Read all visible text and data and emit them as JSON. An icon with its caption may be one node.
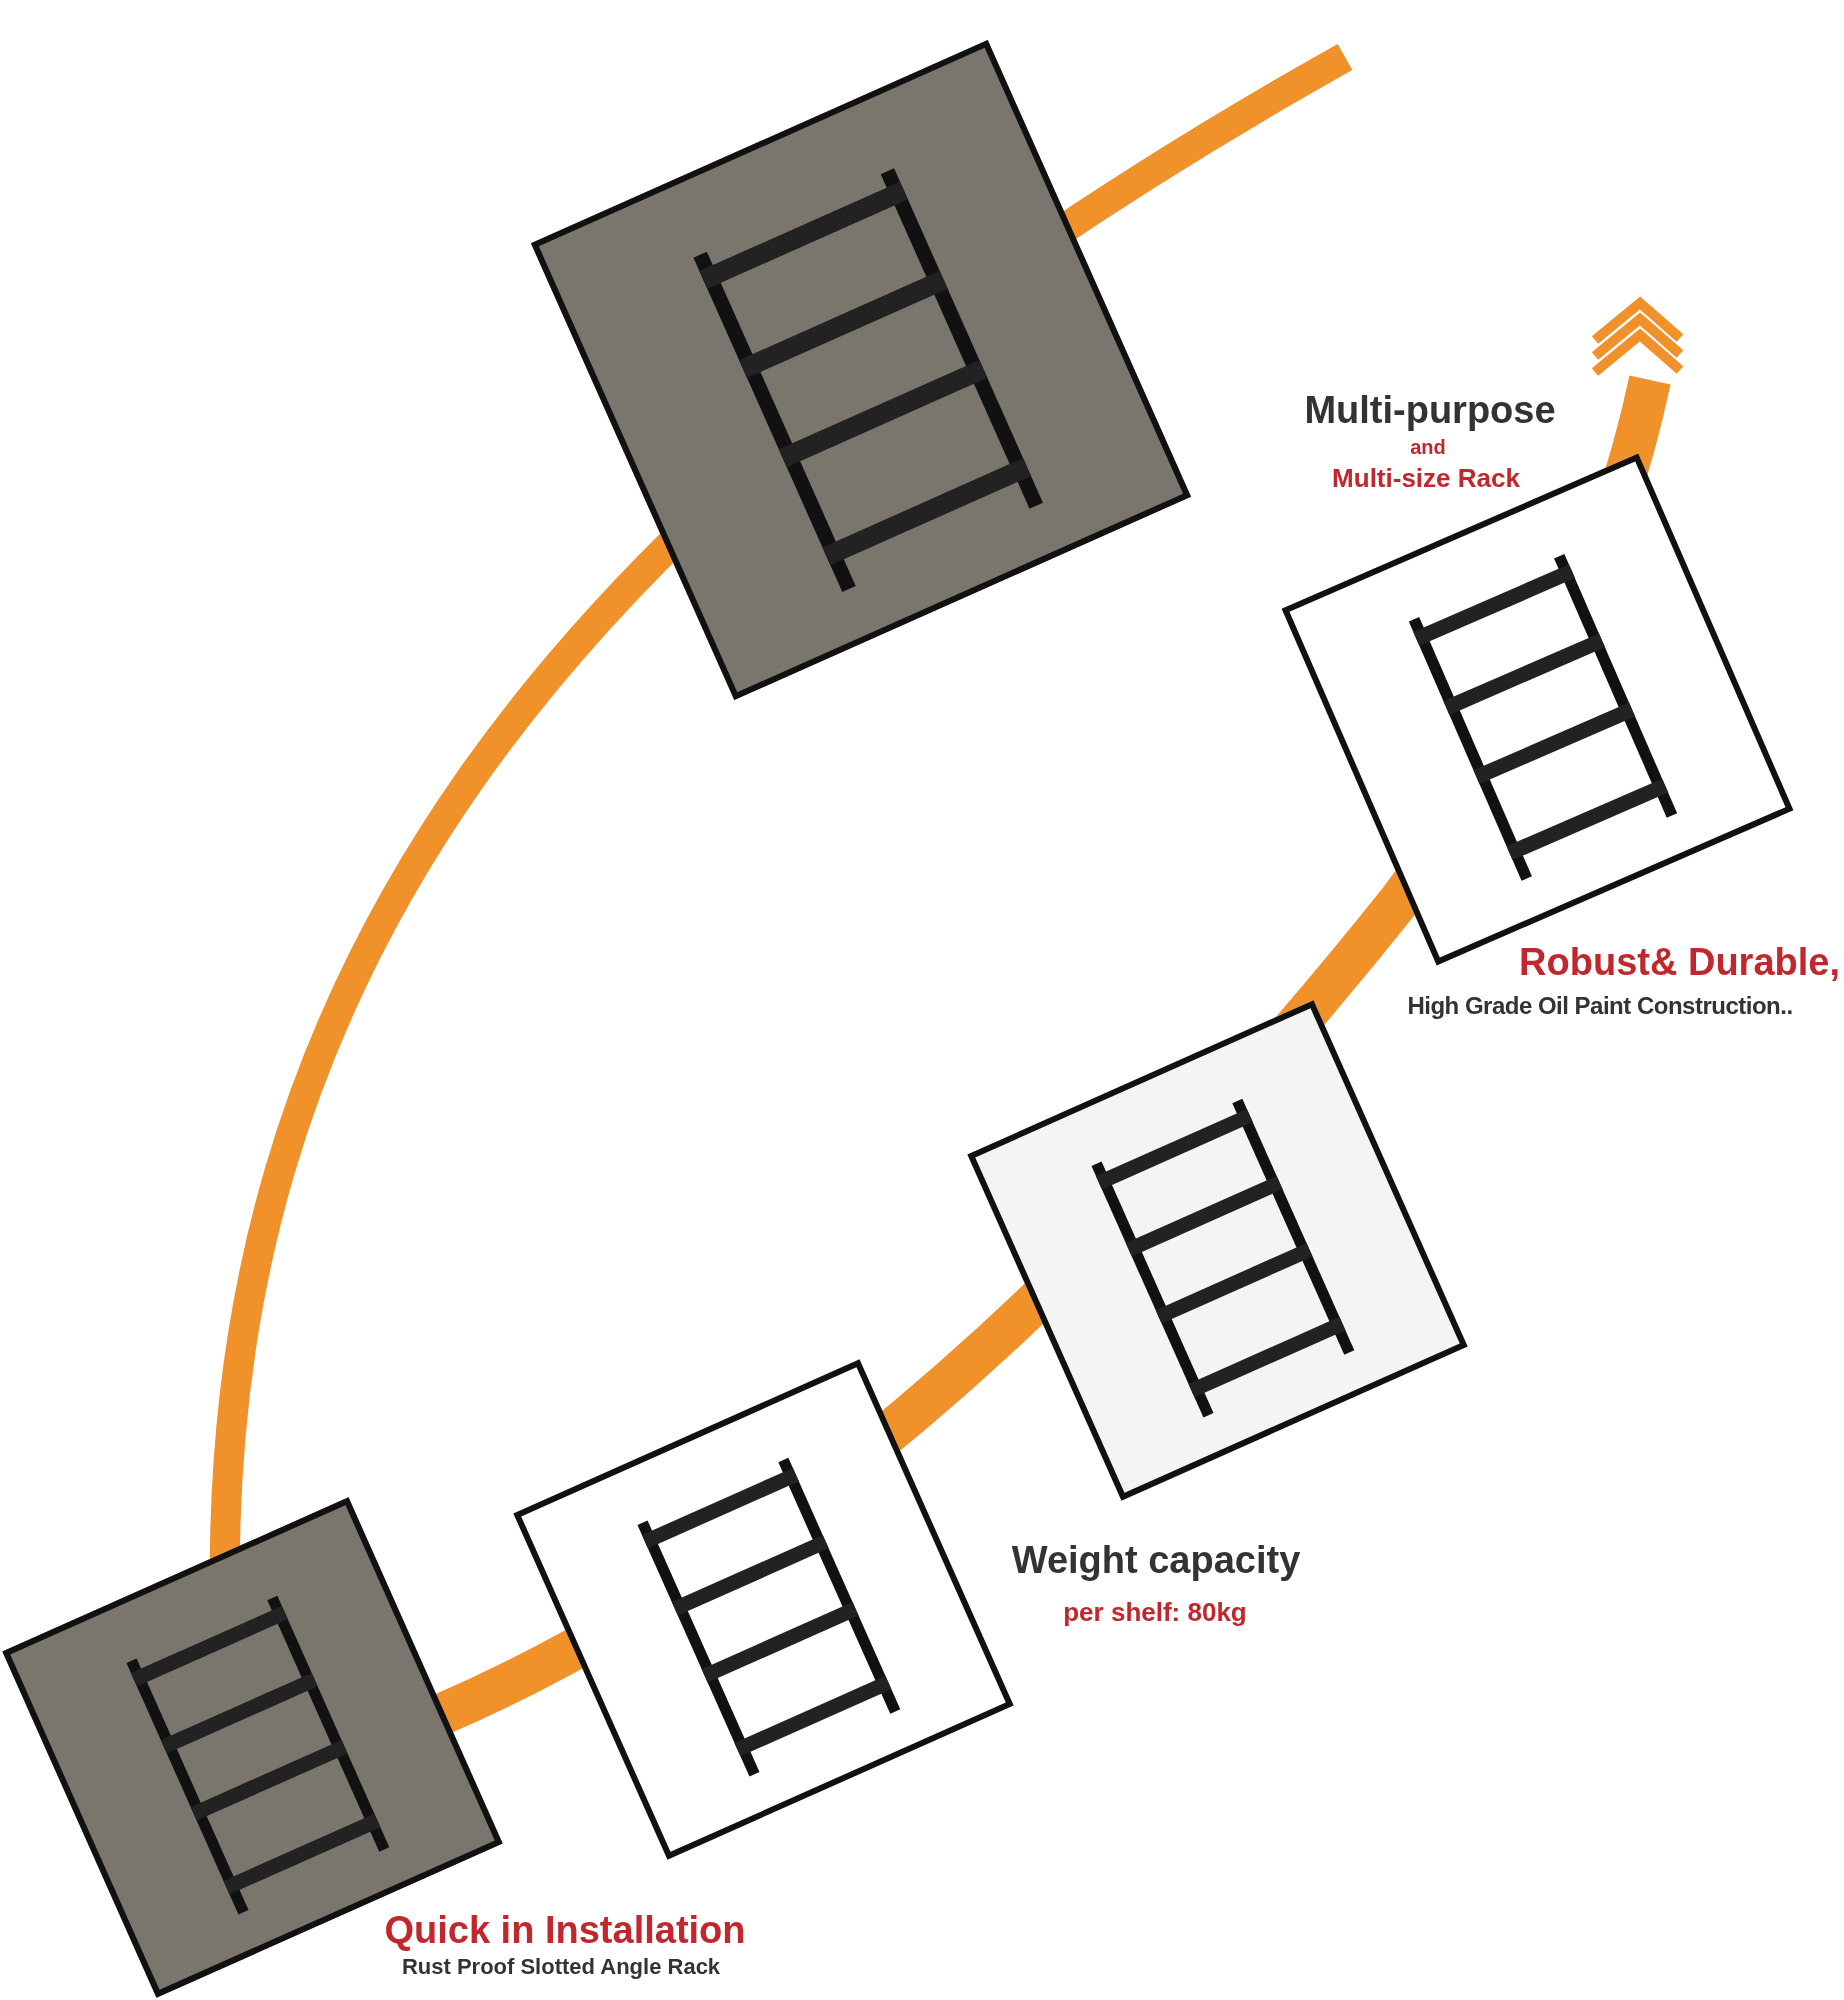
{
  "diagram": {
    "labels": [
      "Multi-purpose",
      "and",
      "Multi-size Rack",
      "Robust& Durable,",
      "High Grade Oil Paint Construction..",
      "Weight capacity",
      "per shelf: 80kg",
      "Quick in Installation",
      "Rust Proof Slotted Angle Rack"
    ]
  }
}
